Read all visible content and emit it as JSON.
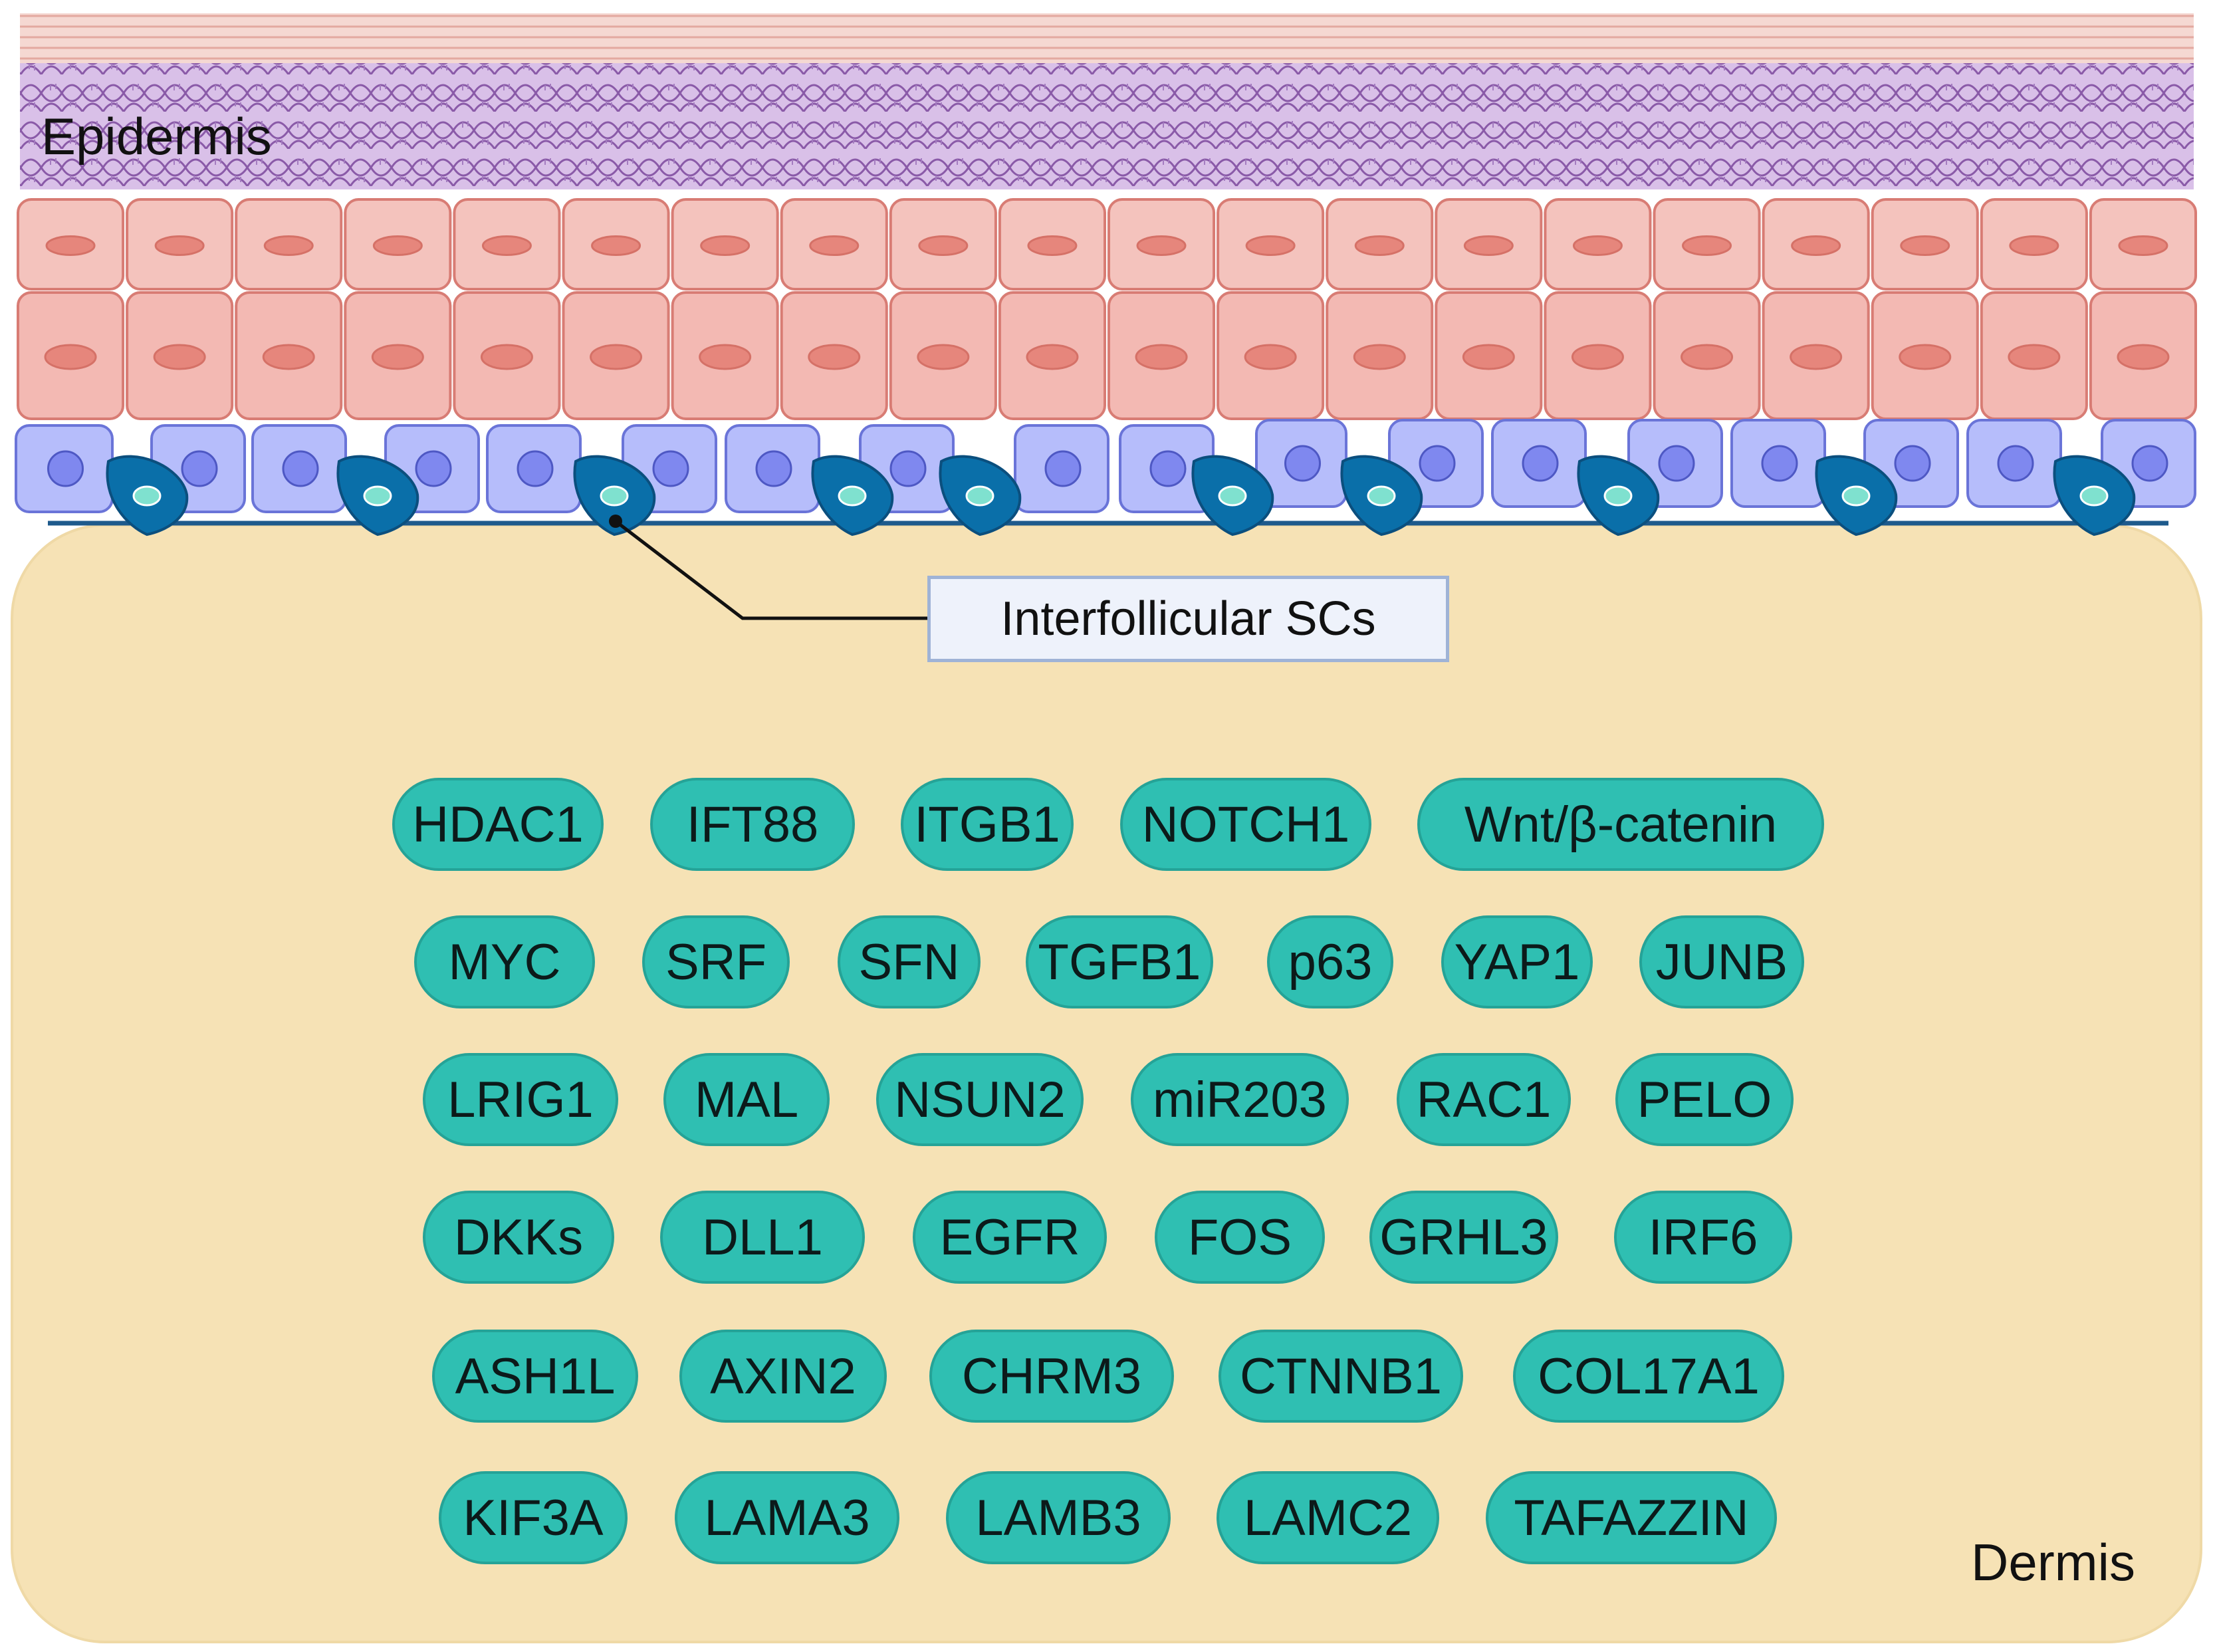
{
  "labels": {
    "epidermis": "Epidermis",
    "dermis": "Dermis",
    "callout": "Interfollicular SCs"
  },
  "colors": {
    "dermis_fill": "#f6e2b5",
    "basal_cell": "#b6bdfb",
    "spinous_cell": "#f3b9b3",
    "granular_cell": "#f4c3bd",
    "cornified_layer": "#f2cdc6",
    "keratinocyte_layer": "#d8bfe6",
    "stem_cell": "#0a6fa9",
    "gene_pill": "#2fbfb2"
  },
  "genes": [
    [
      "HDAC1",
      "IFT88",
      "ITGB1",
      "NOTCH1",
      "Wnt/β-catenin"
    ],
    [
      "MYC",
      "SRF",
      "SFN",
      "TGFB1",
      "p63",
      "YAP1",
      "JUNB"
    ],
    [
      "LRIG1",
      "MAL",
      "NSUN2",
      "miR203",
      "RAC1",
      "PELO"
    ],
    [
      "DKKs",
      "DLL1",
      "EGFR",
      "FOS",
      "GRHL3",
      "IRF6"
    ],
    [
      "ASH1L",
      "AXIN2",
      "CHRM3",
      "CTNNB1",
      "COL17A1"
    ],
    [
      "KIF3A",
      "LAMA3",
      "LAMB3",
      "LAMC2",
      "TAFAZZIN"
    ]
  ]
}
